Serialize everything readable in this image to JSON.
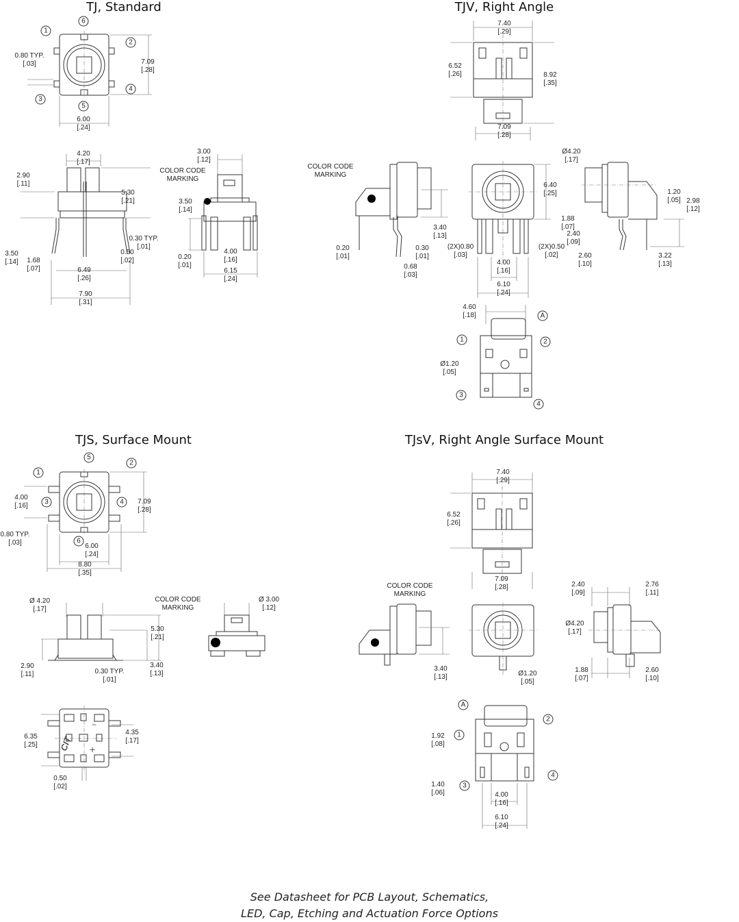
{
  "sections": {
    "tj": {
      "title": "TJ, Standard",
      "top_view": {
        "pins": [
          "1",
          "2",
          "3",
          "4",
          "5",
          "6"
        ],
        "pitch": {
          "mm": "0.80 TYP.",
          "in": "[.03]"
        },
        "height": {
          "mm": "7.09",
          "in": "[.28]"
        },
        "width": {
          "mm": "6.00",
          "in": "[.24]"
        }
      },
      "front_view": {
        "stem": {
          "mm": "4.20",
          "in": "[.17]"
        },
        "body_height": {
          "mm": "2.90",
          "in": "[.11]"
        },
        "total_height": {
          "mm": "5.30",
          "in": "[.21]"
        },
        "lead_thickness": {
          "mm": "0.30 TYP.",
          "in": "[.01]"
        },
        "lead_length": {
          "mm": "3.50",
          "in": "[.14]"
        },
        "standoff": {
          "mm": "1.68",
          "in": "[.07]"
        },
        "center_pin": {
          "mm": "0.50",
          "in": "[.02]"
        },
        "lead_span_inner": {
          "mm": "6.49",
          "in": "[.26]"
        },
        "lead_span_outer": {
          "mm": "7.90",
          "in": "[.31]"
        }
      },
      "side_view": {
        "color_code_label": "COLOR CODE MARKING",
        "stem": {
          "mm": "3.00",
          "in": "[.12]"
        },
        "lead_length": {
          "mm": "3.50",
          "in": "[.14]"
        },
        "lead_width": {
          "mm": "0.20",
          "in": "[.01]"
        },
        "pin_pitch": {
          "mm": "4.00",
          "in": "[.16]"
        },
        "span": {
          "mm": "6.15",
          "in": "[.24]"
        }
      }
    },
    "tjv": {
      "title": "TJV, Right Angle",
      "top_view": {
        "width": {
          "mm": "7.40",
          "in": "[.29]"
        },
        "body_depth": {
          "mm": "6.52",
          "in": "[.26]"
        },
        "total_depth": {
          "mm": "8.92",
          "in": "[.35]"
        },
        "base_width": {
          "mm": "7.09",
          "in": "[.28]"
        }
      },
      "side_view": {
        "color_code_label": "COLOR CODE MARKING",
        "axis_height": {
          "mm": "3.40",
          "in": "[.13]"
        },
        "lead_width": {
          "mm": "0.20",
          "in": "[.01]"
        },
        "lead_thickness": {
          "mm": "0.30",
          "in": "[.01]"
        },
        "offset": {
          "mm": "0.68",
          "in": "[.03]"
        }
      },
      "front_view": {
        "height": {
          "mm": "6.40",
          "in": "[.25]"
        },
        "outer_pin": {
          "mm": "(2X)0.80",
          "in": "[.03]"
        },
        "inner_pin": {
          "mm": "(2X)0.50",
          "in": "[.02]"
        },
        "pitch": {
          "mm": "4.00",
          "in": "[.16]"
        },
        "span": {
          "mm": "6.10",
          "in": "[.24]"
        }
      },
      "right_view": {
        "stem_dia": {
          "mm": "Ø4.20",
          "in": "[.17]"
        },
        "d1": {
          "mm": "1.88",
          "in": "[.07]"
        },
        "d2": {
          "mm": "2.40",
          "in": "[.09]"
        },
        "d3": {
          "mm": "1.20",
          "in": "[.05]"
        },
        "d4": {
          "mm": "2.98",
          "in": "[.12]"
        },
        "d5": {
          "mm": "2.60",
          "in": "[.10]"
        },
        "d6": {
          "mm": "3.22",
          "in": "[.13]"
        }
      },
      "bottom_view": {
        "pins": [
          "1",
          "2",
          "3",
          "4",
          "A"
        ],
        "width": {
          "mm": "4.60",
          "in": "[.18]"
        },
        "hole": {
          "mm": "Ø1.20",
          "in": "[.05]"
        }
      }
    },
    "tjs": {
      "title": "TJS, Surface Mount",
      "top_view": {
        "pins": [
          "1",
          "2",
          "3",
          "4",
          "5",
          "6"
        ],
        "pitch": {
          "mm": "4.00",
          "in": "[.16]"
        },
        "pad": {
          "mm": "0.80 TYP.",
          "in": "[.03]"
        },
        "height": {
          "mm": "7.09",
          "in": "[.28]"
        },
        "width": {
          "mm": "6.00",
          "in": "[.24]"
        },
        "span": {
          "mm": "8.80",
          "in": "[.35]"
        }
      },
      "front_view": {
        "stem_dia": {
          "mm": "Ø 4.20",
          "in": "[.17]"
        },
        "total_height": {
          "mm": "5.30",
          "in": "[.21]"
        },
        "body_height": {
          "mm": "2.90",
          "in": "[.11]"
        },
        "lead_thickness": {
          "mm": "0.30 TYP.",
          "in": "[.01]"
        },
        "body_top": {
          "mm": "3.40",
          "in": "[.13]"
        }
      },
      "side_view": {
        "color_code_label": "COLOR CODE MARKING",
        "stem_dia": {
          "mm": "Ø 3.00",
          "in": "[.12]"
        }
      },
      "bottom_view": {
        "logo": "CIT",
        "minus": "−",
        "plus": "+",
        "height": {
          "mm": "6.35",
          "in": "[.25]"
        },
        "pitch": {
          "mm": "4.35",
          "in": "[.17]"
        },
        "slot": {
          "mm": "0.50",
          "in": "[.02]"
        }
      }
    },
    "tjsv": {
      "title": "TJsV, Right Angle Surface Mount",
      "top_view": {
        "width": {
          "mm": "7.40",
          "in": "[.29]"
        },
        "depth": {
          "mm": "6.52",
          "in": "[.26]"
        },
        "base_width": {
          "mm": "7.09",
          "in": "[.28]"
        }
      },
      "side_view": {
        "color_code_label": "COLOR CODE MARKING",
        "axis_height": {
          "mm": "3.40",
          "in": "[.13]"
        }
      },
      "front_view": {
        "post": {
          "mm": "Ø1.20",
          "in": "[.05]"
        }
      },
      "right_view": {
        "d1": {
          "mm": "2.40",
          "in": "[.09]"
        },
        "d2": {
          "mm": "2.76",
          "in": "[.11]"
        },
        "stem_dia": {
          "mm": "Ø4.20",
          "in": "[.17]"
        },
        "d3": {
          "mm": "1.88",
          "in": "[.07]"
        },
        "d4": {
          "mm": "2.60",
          "in": "[.10]"
        }
      },
      "bottom_view": {
        "pins": [
          "1",
          "2",
          "3",
          "4",
          "A"
        ],
        "d1": {
          "mm": "1.92",
          "in": "[.08]"
        },
        "d2": {
          "mm": "1.40",
          "in": "[.06]"
        },
        "pitch": {
          "mm": "4.00",
          "in": "[.16]"
        },
        "span": {
          "mm": "6.10",
          "in": "[.24]"
        }
      }
    }
  },
  "footer": {
    "line1": "See Datasheet for PCB Layout, Schematics,",
    "line2": "LED, Cap, Etching and Actuation Force Options"
  }
}
